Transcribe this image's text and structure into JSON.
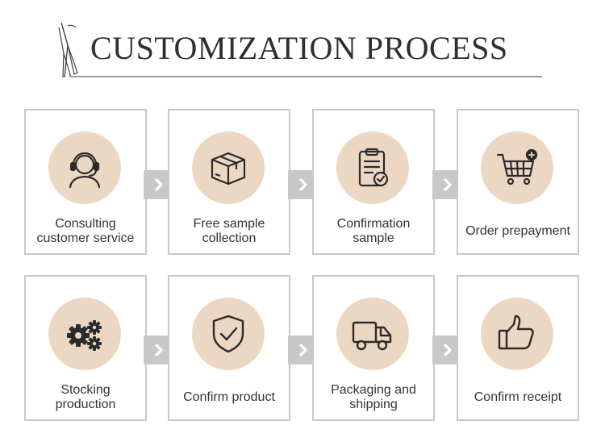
{
  "header": {
    "title": "CUSTOMIZATION PROCESS"
  },
  "colors": {
    "circle": "#ecd7c3",
    "border": "#c9c9c9",
    "arrow": "#c8c8c8",
    "icon": "#2b2b2b"
  },
  "steps": [
    {
      "label": "Consulting customer service",
      "icon": "headset-agent-icon"
    },
    {
      "label": "Free sample collection",
      "icon": "package-box-icon"
    },
    {
      "label": "Confirmation sample",
      "icon": "clipboard-check-icon"
    },
    {
      "label": "Order prepayment",
      "icon": "shopping-cart-plus-icon"
    },
    {
      "label": "Stocking production",
      "icon": "gears-icon"
    },
    {
      "label": "Confirm product",
      "icon": "shield-check-icon"
    },
    {
      "label": "Packaging and shipping",
      "icon": "delivery-truck-icon"
    },
    {
      "label": "Confirm receipt",
      "icon": "thumbs-up-icon"
    }
  ]
}
